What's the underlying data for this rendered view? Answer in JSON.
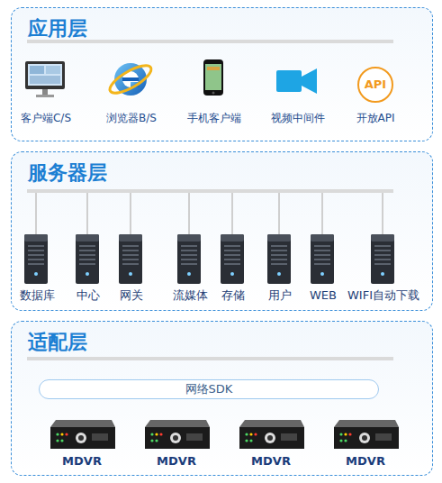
{
  "diagram": {
    "nodes": [
      {
        "text": [
          "应用层"
        ]
      },
      {
        "text": [
          "客户端C/S"
        ],
        "in": 0
      },
      {
        "text": [
          "浏览器B/S"
        ],
        "in": 0
      },
      {
        "text": [
          "手机客户端"
        ],
        "in": 0
      },
      {
        "text": [
          "视频中间件"
        ],
        "in": 0
      },
      {
        "text": [
          "API",
          "开放API"
        ],
        "in": 0
      },
      {
        "text": [
          "服务器层"
        ]
      },
      {
        "text": [
          "数据库"
        ],
        "in": 6
      },
      {
        "text": [
          "中心"
        ],
        "in": 6
      },
      {
        "text": [
          "网关"
        ],
        "in": 6
      },
      {
        "text": [
          "流媒体"
        ],
        "in": 6
      },
      {
        "text": [
          "存储"
        ],
        "in": 6
      },
      {
        "text": [
          "用户"
        ],
        "in": 6
      },
      {
        "text": [
          "WEB"
        ],
        "in": 6
      },
      {
        "text": [
          "WIFI自动下载"
        ],
        "in": 6
      },
      {
        "text": [
          "适配层"
        ]
      },
      {
        "text": [
          "网络SDK"
        ],
        "in": 15
      },
      {
        "text": [
          "MDVR"
        ],
        "in": 15
      },
      {
        "text": [
          "MDVR"
        ],
        "in": 15
      },
      {
        "text": [
          "MDVR"
        ],
        "in": 15
      },
      {
        "text": [
          "MDVR"
        ],
        "in": 15
      }
    ]
  }
}
